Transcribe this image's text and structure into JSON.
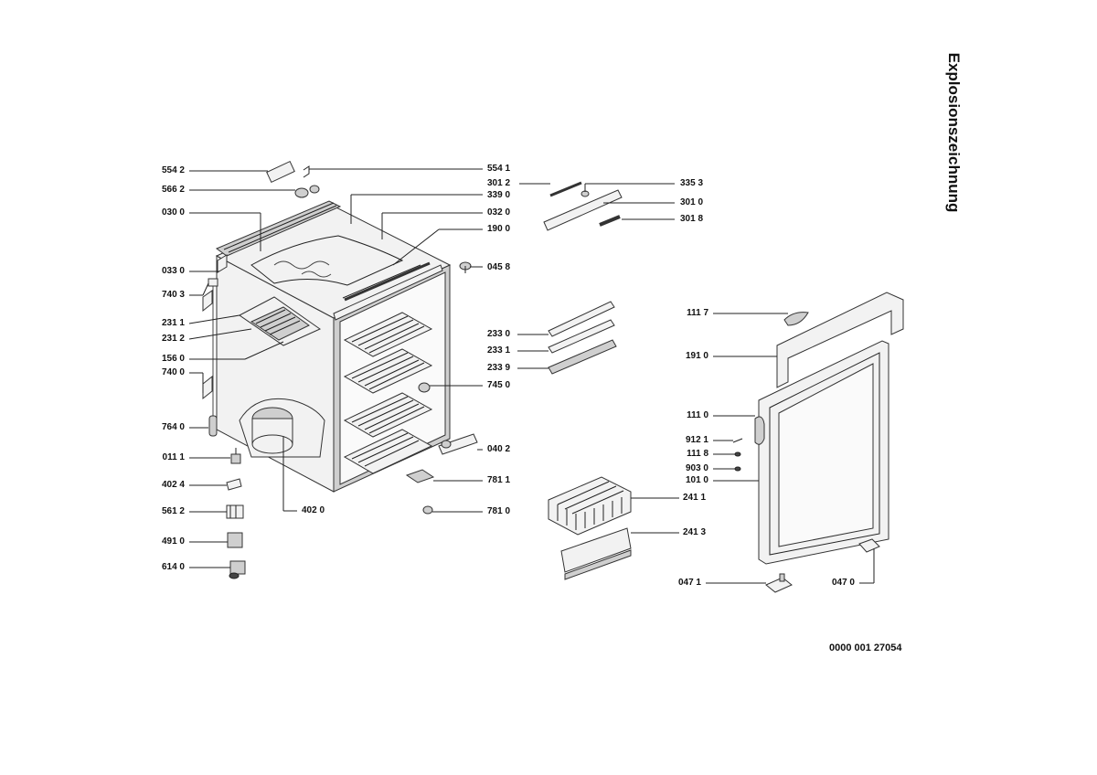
{
  "title": "Explosionszeichnung",
  "doc_id": "0000 001 27054",
  "labels": {
    "l5542": "554 2",
    "l5662": "566 2",
    "l0300": "030 0",
    "l0330": "033 0",
    "l7403": "740 3",
    "l2311": "231 1",
    "l2312": "231 2",
    "l1560": "156 0",
    "l7400": "740 0",
    "l7640": "764 0",
    "l0111": "011 1",
    "l4024": "402 4",
    "l5612": "561 2",
    "l4910": "491 0",
    "l6140": "614 0",
    "l4020": "402 0",
    "l5541": "554 1",
    "l3012": "301 2",
    "l3390": "339 0",
    "l0320": "032 0",
    "l1900": "190 0",
    "l0458": "045 8",
    "l2330": "233 0",
    "l2331": "233 1",
    "l2339": "233 9",
    "l7450": "745 0",
    "l0402": "040 2",
    "l7811": "781 1",
    "l7810": "781 0",
    "l3353": "335 3",
    "l3010": "301 0",
    "l3018": "301 8",
    "l1117": "111 7",
    "l1910": "191 0",
    "l1110": "111 0",
    "l9121": "912 1",
    "l1118": "111 8",
    "l9030": "903 0",
    "l1010": "101 0",
    "l2411": "241 1",
    "l2413": "241 3",
    "l0471": "047 1",
    "l0470": "047 0"
  }
}
